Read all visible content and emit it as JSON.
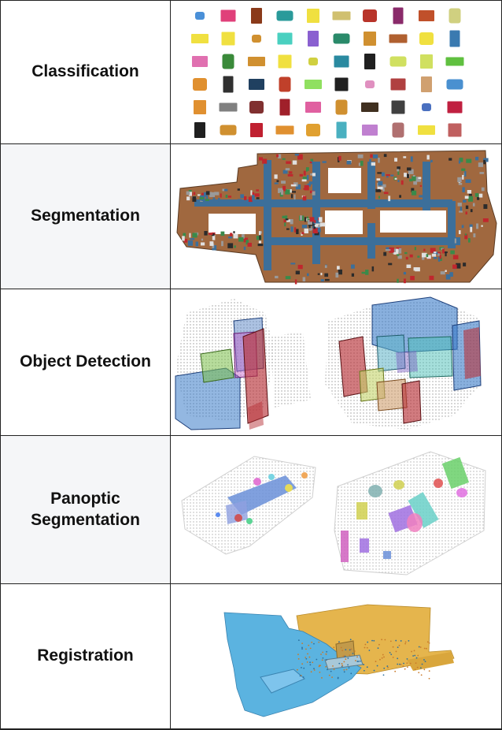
{
  "rows": [
    {
      "label": "Classification",
      "shaded": false
    },
    {
      "label": "Segmentation",
      "shaded": true
    },
    {
      "label": "Object Detection",
      "shaded": false
    },
    {
      "label_lines": [
        "Panoptic",
        "Segmentation"
      ],
      "shaded": true
    },
    {
      "label": "Registration",
      "shaded": false
    }
  ],
  "colors": {
    "border": "#222222",
    "label_text": "#111111",
    "shaded_bg": "#f5f6f8",
    "seg_wall": "#a0683f",
    "seg_floor": "#3c6f9a",
    "seg_red": "#c0272d",
    "reg_blue": "#5bb3e0",
    "reg_yellow": "#e5b54d"
  },
  "icons": [
    "classification-objects-grid",
    "segmentation-floorplan",
    "object-detection-boxes",
    "panoptic-segmentation-scenes",
    "registration-pointclouds"
  ]
}
